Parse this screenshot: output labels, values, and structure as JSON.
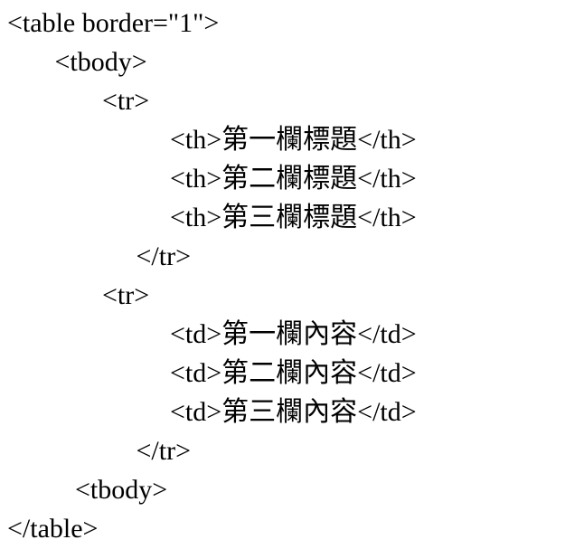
{
  "page": {
    "background_color": "#ffffff",
    "text_color": "#000000",
    "description_of_content": "HTML source code snippet of a bordered table with Traditional Chinese headers and cells"
  },
  "code_block": {
    "language": "html",
    "lines": [
      "<table border=\"1\">",
      "       <tbody>",
      "              <tr>",
      "                        <th>第一欄標題</th>",
      "                        <th>第二欄標題</th>",
      "                        <th>第三欄標題</th>",
      "                   </tr>",
      "              <tr>",
      "                        <td>第一欄內容</td>",
      "                        <td>第二欄內容</td>",
      "                        <td>第三欄內容</td>",
      "                   </tr>",
      "          <tbody>",
      "</table>"
    ]
  }
}
